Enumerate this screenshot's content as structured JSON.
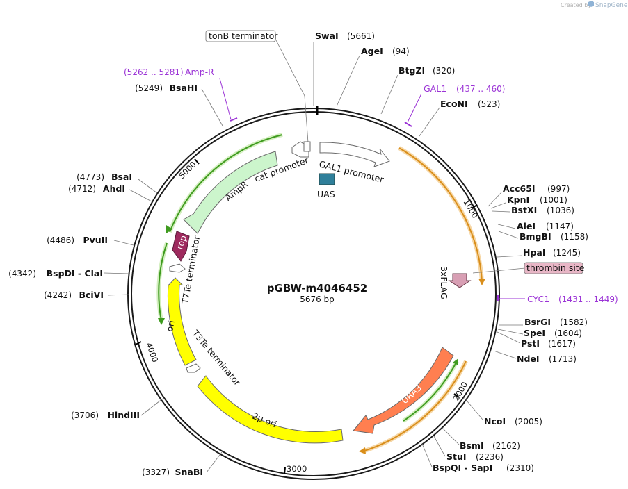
{
  "watermark": {
    "created_by": "Created by",
    "brand": "SnapGene"
  },
  "plasmid": {
    "name": "pGBW-m4046452",
    "length": "5676 bp"
  },
  "ticks": [
    "1000",
    "2000",
    "3000",
    "4000",
    "5000"
  ],
  "enzymes": [
    {
      "name": "SwaI",
      "pos": "(5661)"
    },
    {
      "name": "AgeI",
      "pos": "(94)"
    },
    {
      "name": "BtgZI",
      "pos": "(320)"
    },
    {
      "name": "EcoNI",
      "pos": "(523)"
    },
    {
      "name": "Acc65I",
      "pos": "(997)"
    },
    {
      "name": "KpnI",
      "pos": "(1001)"
    },
    {
      "name": "BstXI",
      "pos": "(1036)"
    },
    {
      "name": "AleI",
      "pos": "(1147)"
    },
    {
      "name": "BmgBI",
      "pos": "(1158)"
    },
    {
      "name": "HpaI",
      "pos": "(1245)"
    },
    {
      "name": "BsrGI",
      "pos": "(1582)"
    },
    {
      "name": "SpeI",
      "pos": "(1604)"
    },
    {
      "name": "PstI",
      "pos": "(1617)"
    },
    {
      "name": "NdeI",
      "pos": "(1713)"
    },
    {
      "name": "NcoI",
      "pos": "(2005)"
    },
    {
      "name": "BsmI",
      "pos": "(2162)"
    },
    {
      "name": "StuI",
      "pos": "(2236)"
    },
    {
      "name": "BspQI - SapI",
      "pos": "(2310)"
    },
    {
      "name": "SnaBI",
      "pos": "(3327)"
    },
    {
      "name": "HindIII",
      "pos": "(3706)"
    },
    {
      "name": "BciVI",
      "pos": "(4242)"
    },
    {
      "name": "BspDI - ClaI",
      "pos": "(4342)"
    },
    {
      "name": "PvuII",
      "pos": "(4486)"
    },
    {
      "name": "AhdI",
      "pos": "(4712)"
    },
    {
      "name": "BsaI",
      "pos": "(4773)"
    },
    {
      "name": "BsaHI",
      "pos": "(5249)"
    }
  ],
  "primers": [
    {
      "name": "Amp-R",
      "range": "(5262 .. 5281)"
    },
    {
      "name": "GAL1",
      "range": "(437 .. 460)"
    },
    {
      "name": "CYC1",
      "range": "(1431 .. 1449)"
    }
  ],
  "features": {
    "tonb": "tonB terminator",
    "uas": "UAS",
    "gal1_promoter": "GAL1 promoter",
    "cat_promoter": "cat promoter",
    "ampr": "AmpR",
    "rop": "rop",
    "t7te": "T7Te terminator",
    "ori": "ori",
    "t3te": "T3Te terminator",
    "two_micron": "2µ ori",
    "ura3": "URA3",
    "flag": "3xFLAG",
    "thrombin": "thrombin site"
  },
  "colors": {
    "backbone": "#1a1a1a",
    "ampr_fill": "#ccf5cc",
    "ori_fill": "#ffff00",
    "rop_fill": "#9e2a5e",
    "ura3_fill": "#ff7f50",
    "uas_fill": "#2f7f9a",
    "flag_fill": "#d89fb4",
    "thrombin_fill": "#e8b6c6",
    "orf_green": "#3f9b1f",
    "orf_orange": "#e8a030",
    "primer": "#9b33d6"
  }
}
